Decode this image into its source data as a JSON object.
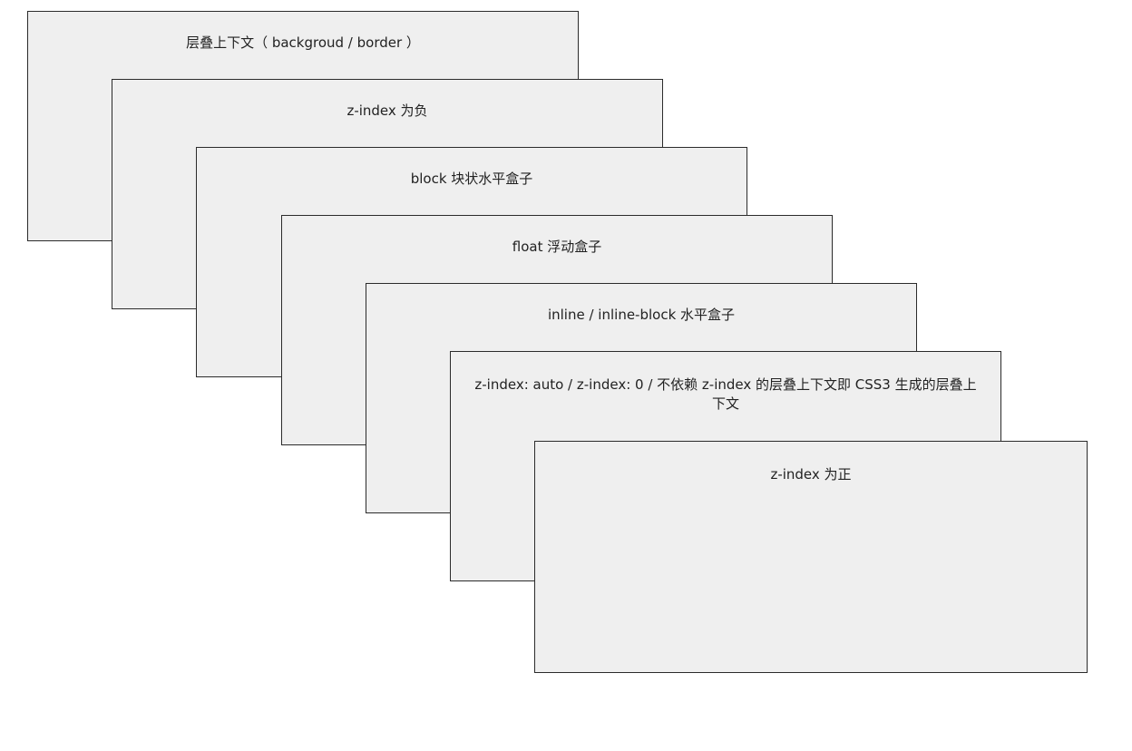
{
  "layers": [
    {
      "label": "层叠上下文（ backgroud / border ）"
    },
    {
      "label": "z-index 为负"
    },
    {
      "label": "block 块状水平盒子"
    },
    {
      "label": "float 浮动盒子"
    },
    {
      "label": "inline / inline-block 水平盒子"
    },
    {
      "label": "z-index: auto / z-index: 0 / 不依赖 z-index 的层叠上下文即 CSS3 生成的层叠上下文"
    },
    {
      "label": "z-index 为正"
    }
  ],
  "colors": {
    "box_fill": "#efefef",
    "box_border": "#2b2b2b",
    "text": "#222222",
    "background": "#ffffff"
  }
}
